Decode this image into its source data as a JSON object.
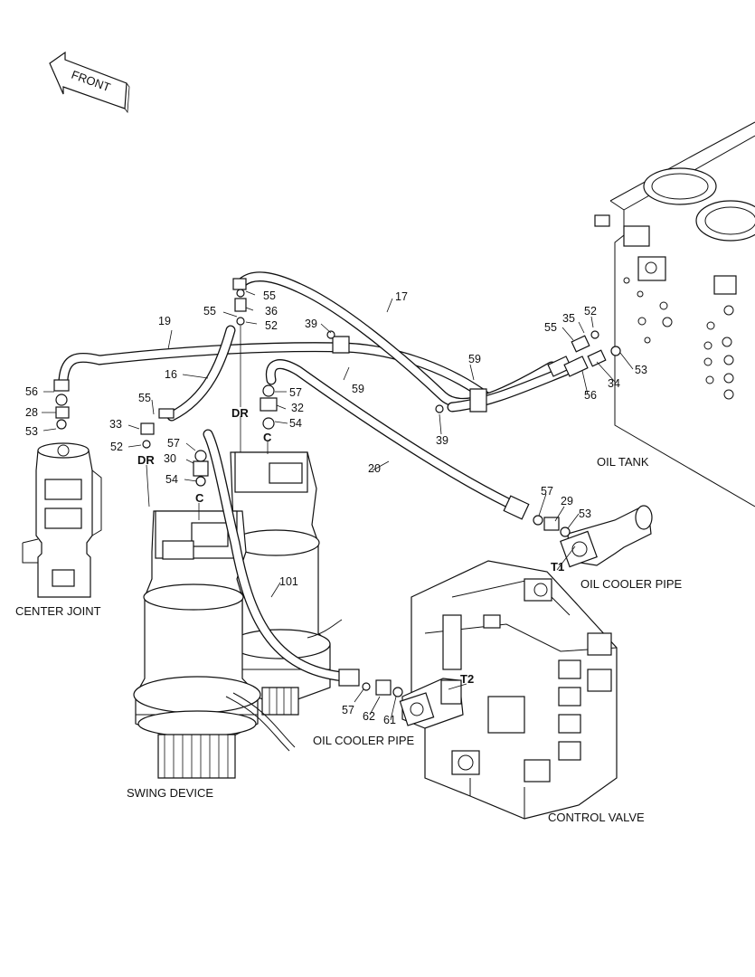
{
  "front_label": "FRONT",
  "captions": {
    "center_joint": "CENTER JOINT",
    "swing_device": "SWING DEVICE",
    "oil_tank": "OIL TANK",
    "oil_cooler_pipe_1": "OIL COOLER PIPE",
    "oil_cooler_pipe_2": "OIL COOLER PIPE",
    "control_valve": "CONTROL VALVE"
  },
  "ports": {
    "dr_1": "DR",
    "dr_2": "DR",
    "c_1": "C",
    "c_2": "C",
    "t1": "T1",
    "t2": "T2"
  },
  "callouts": {
    "c17": "17",
    "c19": "19",
    "c16": "16",
    "c20": "20",
    "c101": "101",
    "c55a": "55",
    "c36": "36",
    "c52a": "52",
    "c55b": "55",
    "c39a": "39",
    "c59a": "59",
    "c59b": "59",
    "c39b": "39",
    "c57a": "57",
    "c32": "32",
    "c54a": "54",
    "c56a": "56",
    "c28": "28",
    "c53a": "53",
    "c55c": "55",
    "c33": "33",
    "c52b": "52",
    "c57b": "57",
    "c30": "30",
    "c54b": "54",
    "c55d": "55",
    "c35": "35",
    "c52c": "52",
    "c53b": "53",
    "c56b": "56",
    "c34": "34",
    "c57c": "57",
    "c29": "29",
    "c53c": "53",
    "c57d": "57",
    "c62": "62",
    "c61": "61"
  }
}
